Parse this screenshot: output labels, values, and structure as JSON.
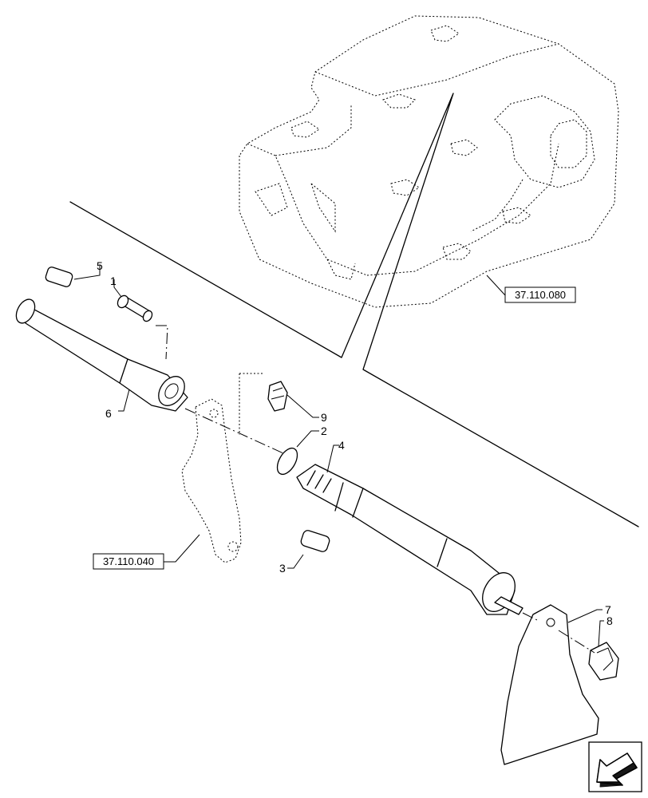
{
  "callouts": {
    "c1": "1",
    "c2": "2",
    "c3": "3",
    "c4": "4",
    "c5": "5",
    "c6": "6",
    "c7": "7",
    "c8": "8",
    "c9": "9"
  },
  "references": {
    "housing": "37.110.080",
    "lever": "37.110.040"
  },
  "icons": {
    "corner": "arrow-icon"
  }
}
